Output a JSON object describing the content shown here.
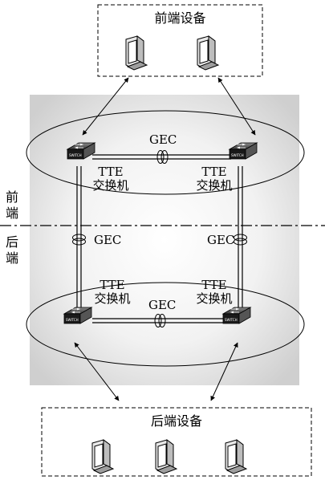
{
  "front_box": {
    "title": "前端设备"
  },
  "back_box": {
    "title": "后端设备"
  },
  "side_labels": {
    "front": "前端",
    "back": "后端"
  },
  "switches": {
    "label_line1": "TTE",
    "label_line2": "交换机",
    "badge": "SWITCH"
  },
  "links": {
    "top": "GEC",
    "left": "GEC",
    "right": "GEC",
    "bottom": "GEC"
  }
}
